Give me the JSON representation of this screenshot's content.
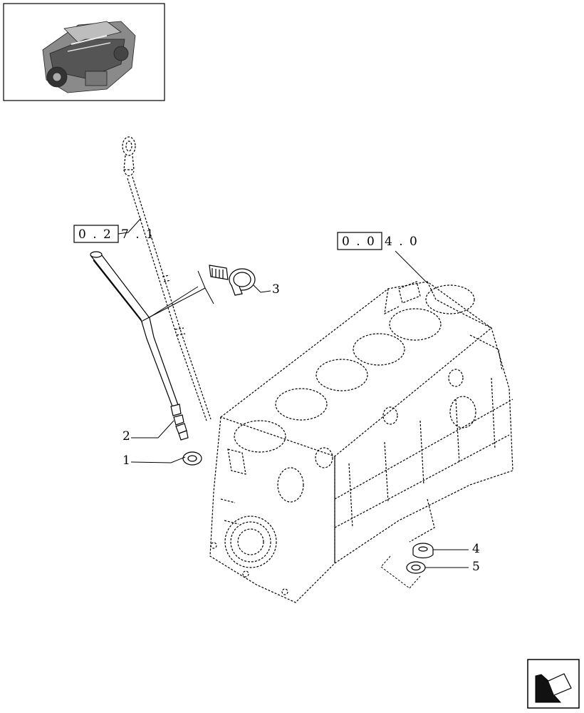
{
  "references": [
    {
      "boxed": "0 . 2",
      "rest": "7 . 1"
    },
    {
      "boxed": "0 . 0",
      "rest": "4 . 0"
    }
  ],
  "callouts": [
    "1",
    "2",
    "3",
    "4",
    "5"
  ],
  "icons": {
    "thumbnail": "engine-thumbnail-icon",
    "navigation": "next-page-arrow-icon"
  }
}
